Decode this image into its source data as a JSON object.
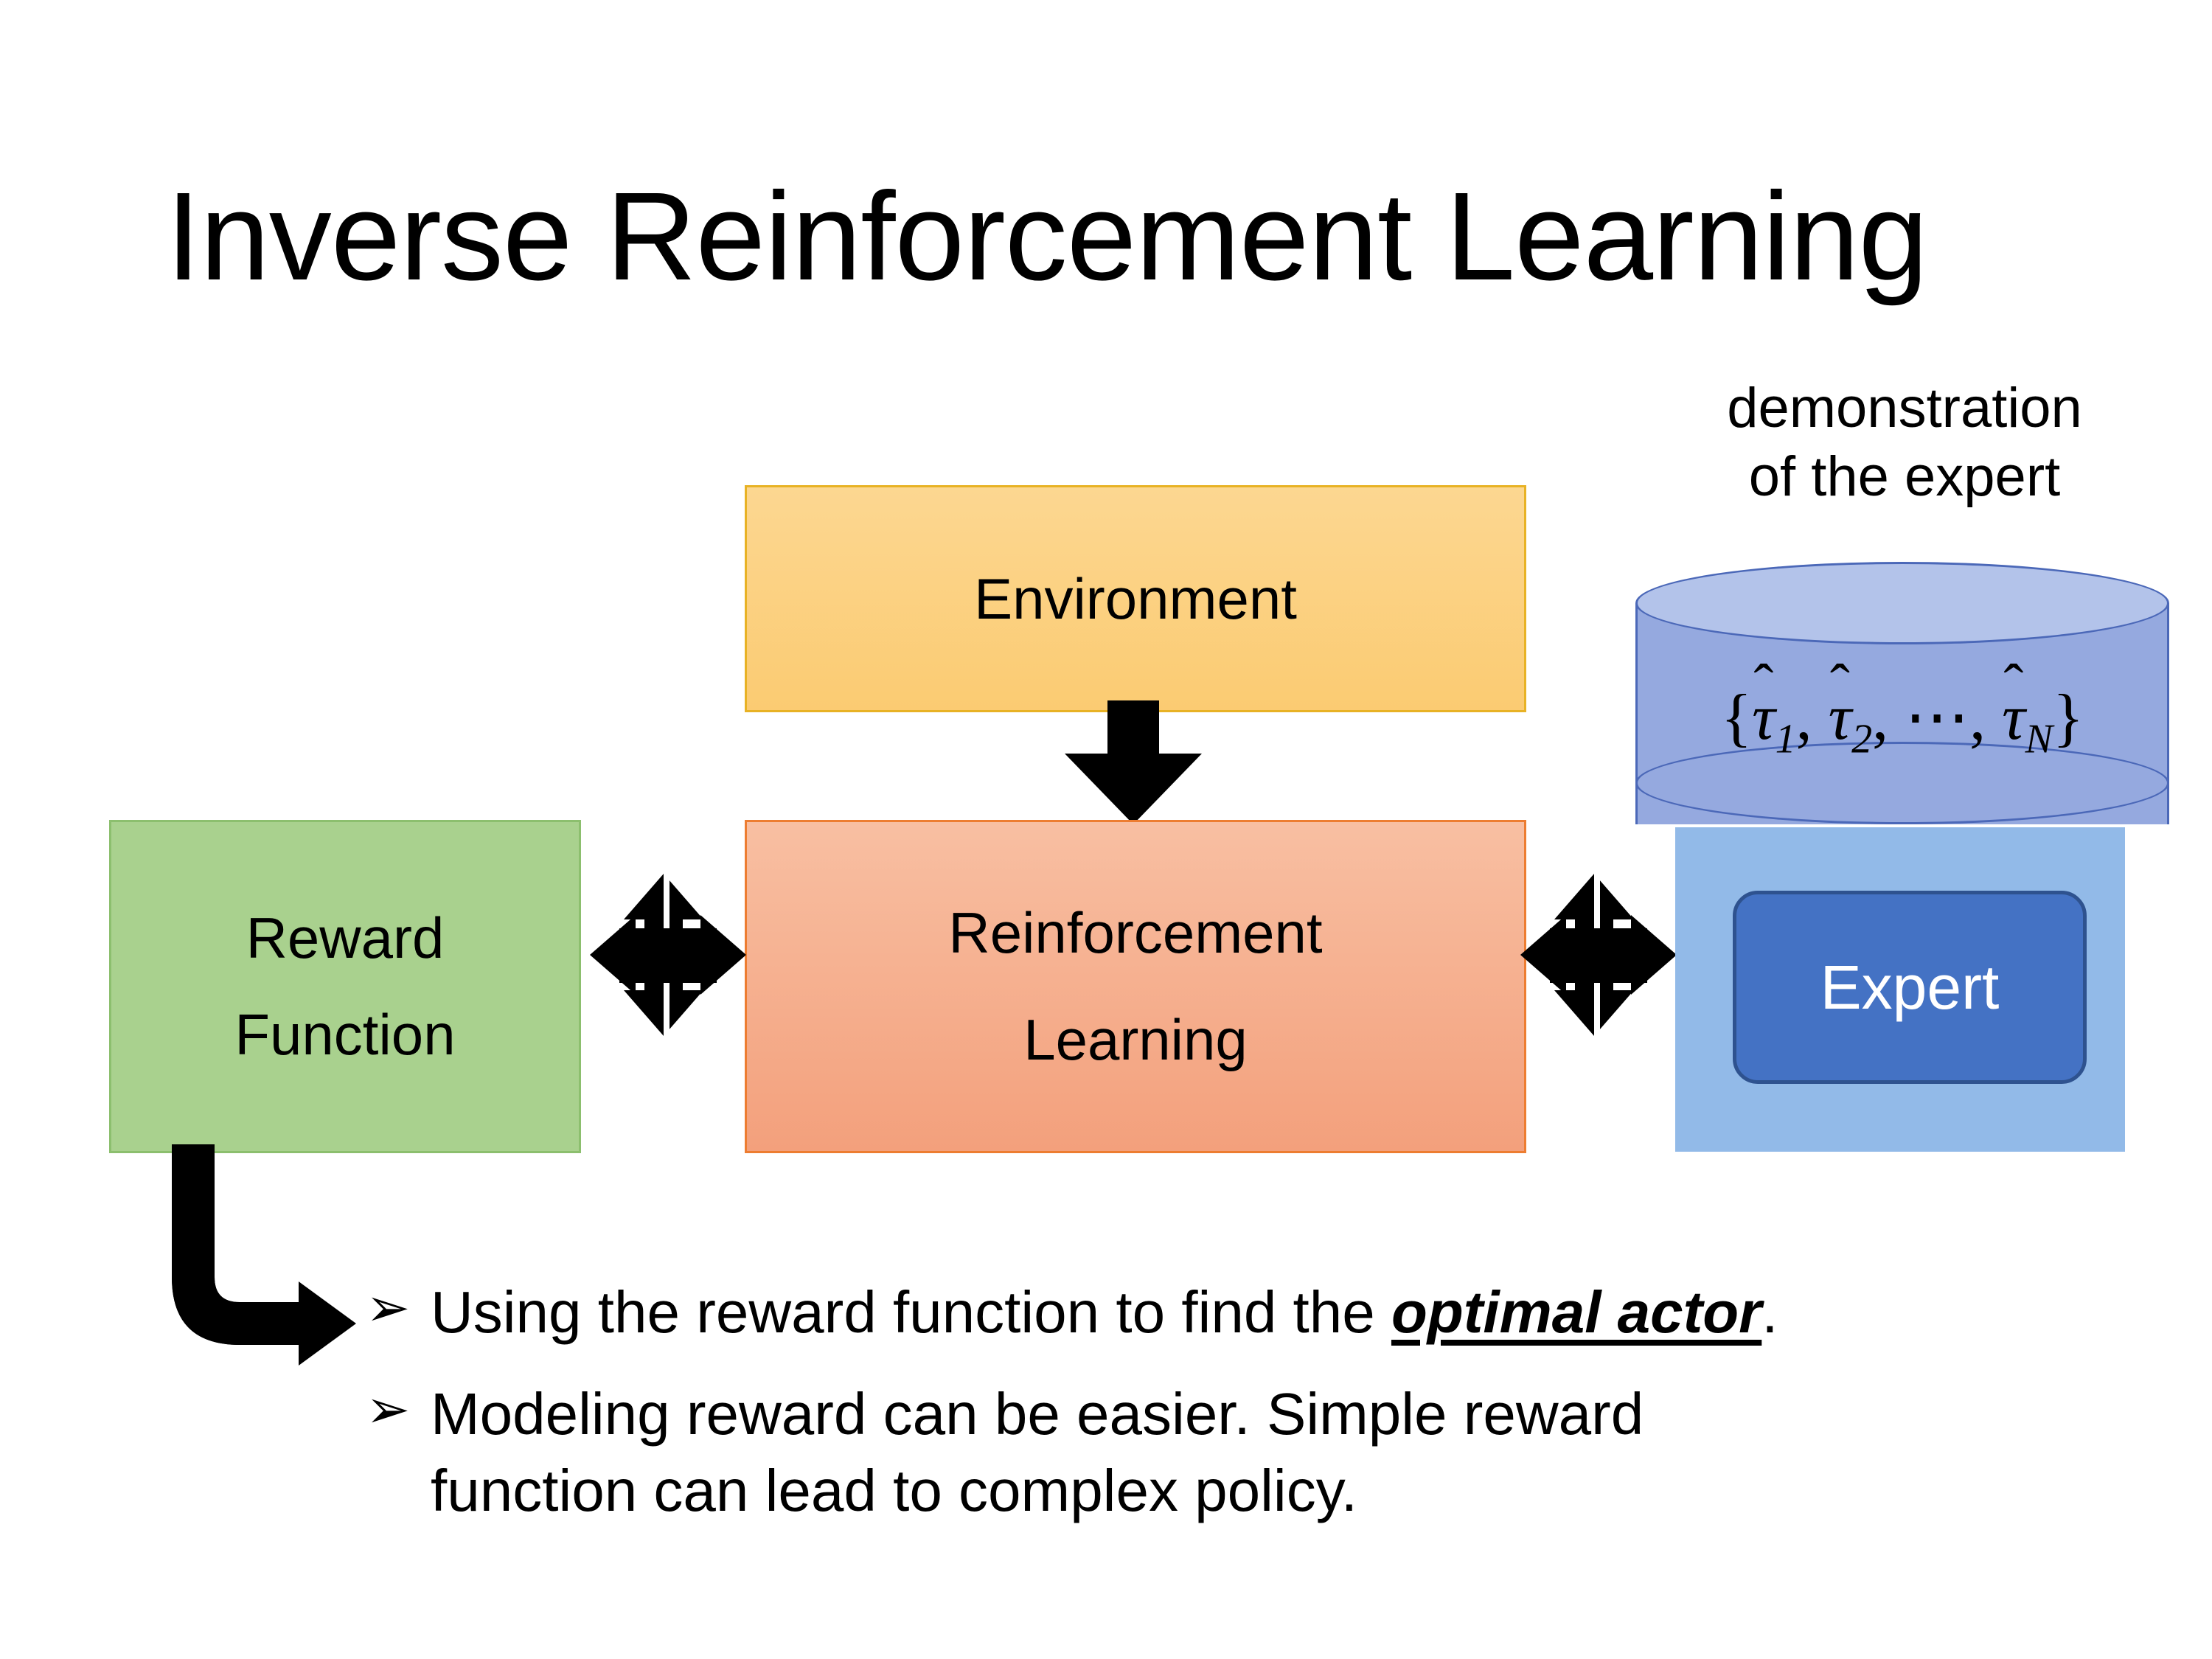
{
  "slide": {
    "title": "Inverse Reinforcement Learning",
    "background_color": "#FFFFFF"
  },
  "diagram": {
    "environment": {
      "label": "Environment",
      "fill_top": "#FCD791",
      "fill_bottom": "#FBCB72",
      "border_color": "#E8B225"
    },
    "reinforcement_learning": {
      "label_line1": "Reinforcement",
      "label_line2": "Learning",
      "fill_top": "#F8BFA2",
      "fill_bottom": "#F3A07C",
      "border_color": "#ED7D31"
    },
    "reward_function": {
      "label_line1": "Reward",
      "label_line2": "Function",
      "fill": "#A9D18E",
      "border_color": "#8CBF6E"
    },
    "expert": {
      "label": "Expert",
      "fill": "#4472C4",
      "border_color": "#2E528F",
      "text_color": "#FFFFFF",
      "panel_fill": "#92BAE8"
    },
    "demonstration_store": {
      "caption_line1": "demonstration",
      "caption_line2": "of the expert",
      "set_open": "{",
      "set_items": [
        "τ̂",
        "τ̂",
        "⋯",
        "τ̂"
      ],
      "set_subscripts": [
        "1",
        "2",
        "",
        "N"
      ],
      "set_close": "}",
      "set_text": "{τ̂1, τ̂2, ⋯, τ̂N}",
      "cylinder_top_fill": "#B3C3EA",
      "cylinder_body_fill": "#95A9DF",
      "cylinder_border": "#4B68B8"
    },
    "connectors": [
      {
        "name": "environment-to-rl",
        "kind": "down-arrow",
        "color": "#000000"
      },
      {
        "name": "reward-rl-bidirectional",
        "kind": "four-way-arrow",
        "color": "#000000"
      },
      {
        "name": "rl-expert-bidirectional",
        "kind": "four-way-arrow",
        "color": "#000000"
      },
      {
        "name": "reward-to-bullets",
        "kind": "elbow-arrow",
        "color": "#000000"
      }
    ]
  },
  "bullets": [
    {
      "marker": "➢",
      "text_before": "Using the reward function to find the ",
      "emphasis": "optimal actor",
      "text_after": "."
    },
    {
      "marker": "➢",
      "text_line1": "Modeling reward can be easier. Simple reward",
      "text_line2": "function can lead to complex policy."
    }
  ]
}
